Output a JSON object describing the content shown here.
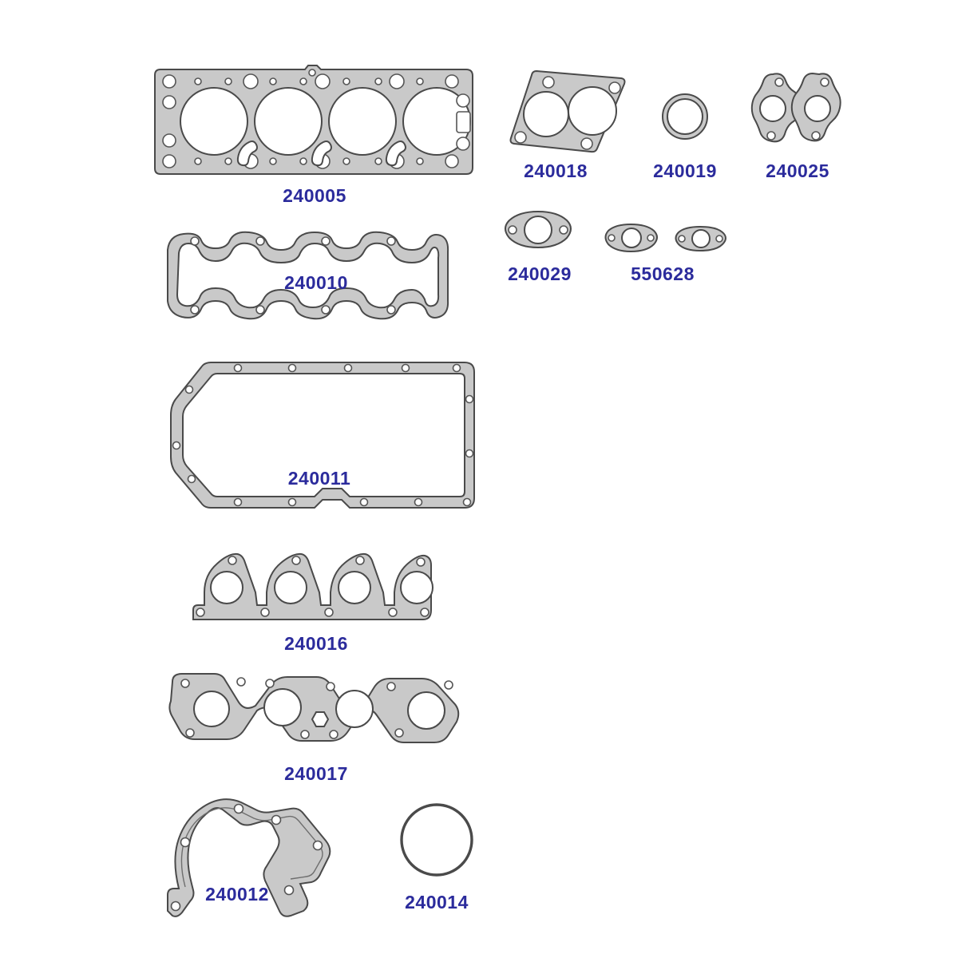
{
  "diagram": {
    "title": "Engine Gasket Set Exploded Parts Diagram",
    "background_color": "#ffffff",
    "label_color": "#2b2b9c",
    "gasket_fill_color": "#c9c9c9",
    "gasket_outline_color": "#4a4a4a"
  },
  "parts": [
    {
      "id": "240005",
      "label": "240005",
      "name": "cylinder-head-gasket",
      "description": "Cylinder head gasket with four cylinder bores",
      "bore_count": 4
    },
    {
      "id": "240018",
      "label": "240018",
      "name": "exhaust-downpipe-flange-gasket",
      "description": "Twin-bore exhaust flange gasket with four bolt holes",
      "bore_count": 2
    },
    {
      "id": "240019",
      "label": "240019",
      "name": "round-ring-gasket",
      "description": "Plain circular ring gasket",
      "bore_count": 1
    },
    {
      "id": "240025",
      "label": "240025",
      "name": "oval-port-gasket-pair",
      "description": "Pair of oval port gaskets with two bolt holes each",
      "bore_count": 2
    },
    {
      "id": "240010",
      "label": "240010",
      "name": "valve-cover-gasket",
      "description": "Rocker / valve cover gasket with scalloped edges and eight bolt holes",
      "bore_count": 0
    },
    {
      "id": "240029",
      "label": "240029",
      "name": "eye-flange-gasket",
      "description": "Single eye-shaped two-bolt flange gasket",
      "bore_count": 1
    },
    {
      "id": "550628",
      "label": "550628",
      "name": "small-eye-flange-gasket-pair",
      "description": "Pair of small eye-shaped two-bolt flange gaskets",
      "bore_count": 2
    },
    {
      "id": "240011",
      "label": "240011",
      "name": "oil-pan-gasket",
      "description": "Large oil sump pan gasket with chamfered corners and many bolt holes",
      "bore_count": 0
    },
    {
      "id": "240016",
      "label": "240016",
      "name": "exhaust-manifold-gasket",
      "description": "Exhaust manifold gasket with four round ports and peaked tops",
      "bore_count": 4
    },
    {
      "id": "240017",
      "label": "240017",
      "name": "intake-manifold-gasket",
      "description": "Intake manifold gasket with four ports and wavy contour",
      "bore_count": 4
    },
    {
      "id": "240012",
      "label": "240012",
      "name": "timing-cover-gasket",
      "description": "Arch-shaped timing / rear main cover gasket",
      "bore_count": 0
    },
    {
      "id": "240014",
      "label": "240014",
      "name": "large-ring-gasket",
      "description": "Large plain circular ring gasket",
      "bore_count": 1
    }
  ]
}
